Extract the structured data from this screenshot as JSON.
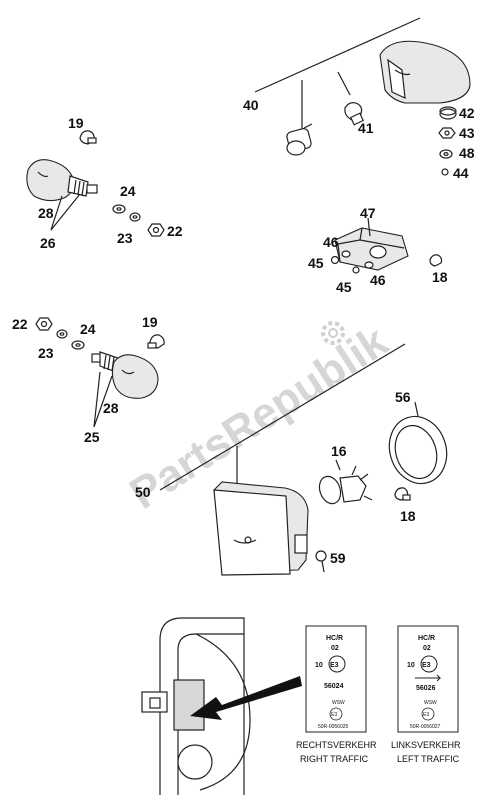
{
  "watermark": "PartsRepublik",
  "callouts": {
    "c40": "40",
    "c41": "41",
    "c42": "42",
    "c43": "43",
    "c48": "48",
    "c44": "44",
    "c19a": "19",
    "c24a": "24",
    "c28a": "28",
    "c26": "26",
    "c23a": "23",
    "c22a": "22",
    "c47": "47",
    "c46a": "46",
    "c45a": "45",
    "c45b": "45",
    "c46b": "46",
    "c18a": "18",
    "c22b": "22",
    "c24b": "24",
    "c19b": "19",
    "c23b": "23",
    "c28b": "28",
    "c25": "25",
    "c56": "56",
    "c16": "16",
    "c50": "50",
    "c18b": "18",
    "c59": "59"
  },
  "labels": {
    "right": {
      "hcr": "HC/R",
      "n02": "02",
      "ten": "10",
      "e3": "E3",
      "num": "56024",
      "wsw": "WSW",
      "e3b": "E3",
      "code": "50R-0056025",
      "caption1": "RECHTSVERKEHR",
      "caption2": "RIGHT TRAFFIC"
    },
    "left": {
      "hcr": "HC/R",
      "n02": "02",
      "ten": "10",
      "e3": "E3",
      "num": "56026",
      "wsw": "WSW",
      "e3b": "E3",
      "code": "50R-0056027",
      "caption1": "LINKSVERKEHR",
      "caption2": "LEFT TRAFFIC"
    }
  }
}
